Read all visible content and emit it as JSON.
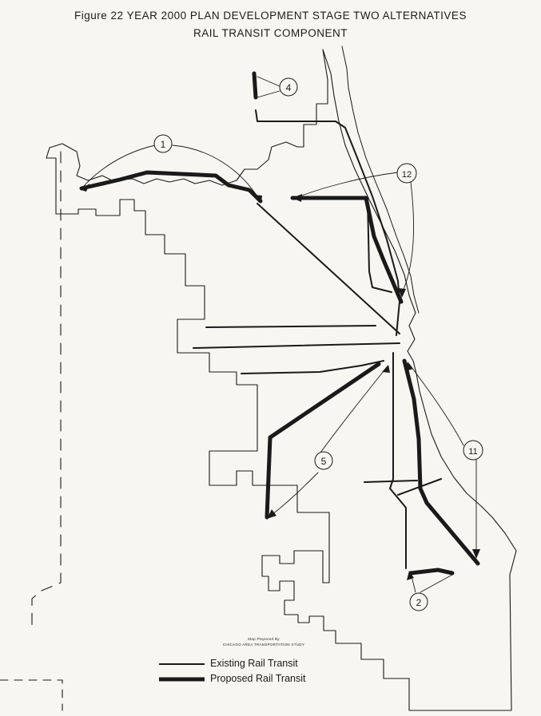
{
  "title": {
    "line1": "Figure 22  YEAR 2000 PLAN DEVELOPMENT  STAGE TWO ALTERNATIVES",
    "line2": "RAIL TRANSIT COMPONENT"
  },
  "credit": {
    "line1": "Map Prepared By",
    "line2": "CHICAGO AREA TRANSPORTATION STUDY"
  },
  "legend": {
    "existing": "Existing Rail Transit",
    "proposed": "Proposed Rail Transit"
  },
  "callouts": [
    "1",
    "4",
    "12",
    "5",
    "11",
    "2"
  ],
  "colors": {
    "ink": "#1a1a1a",
    "paper": "#f7f6f2"
  }
}
